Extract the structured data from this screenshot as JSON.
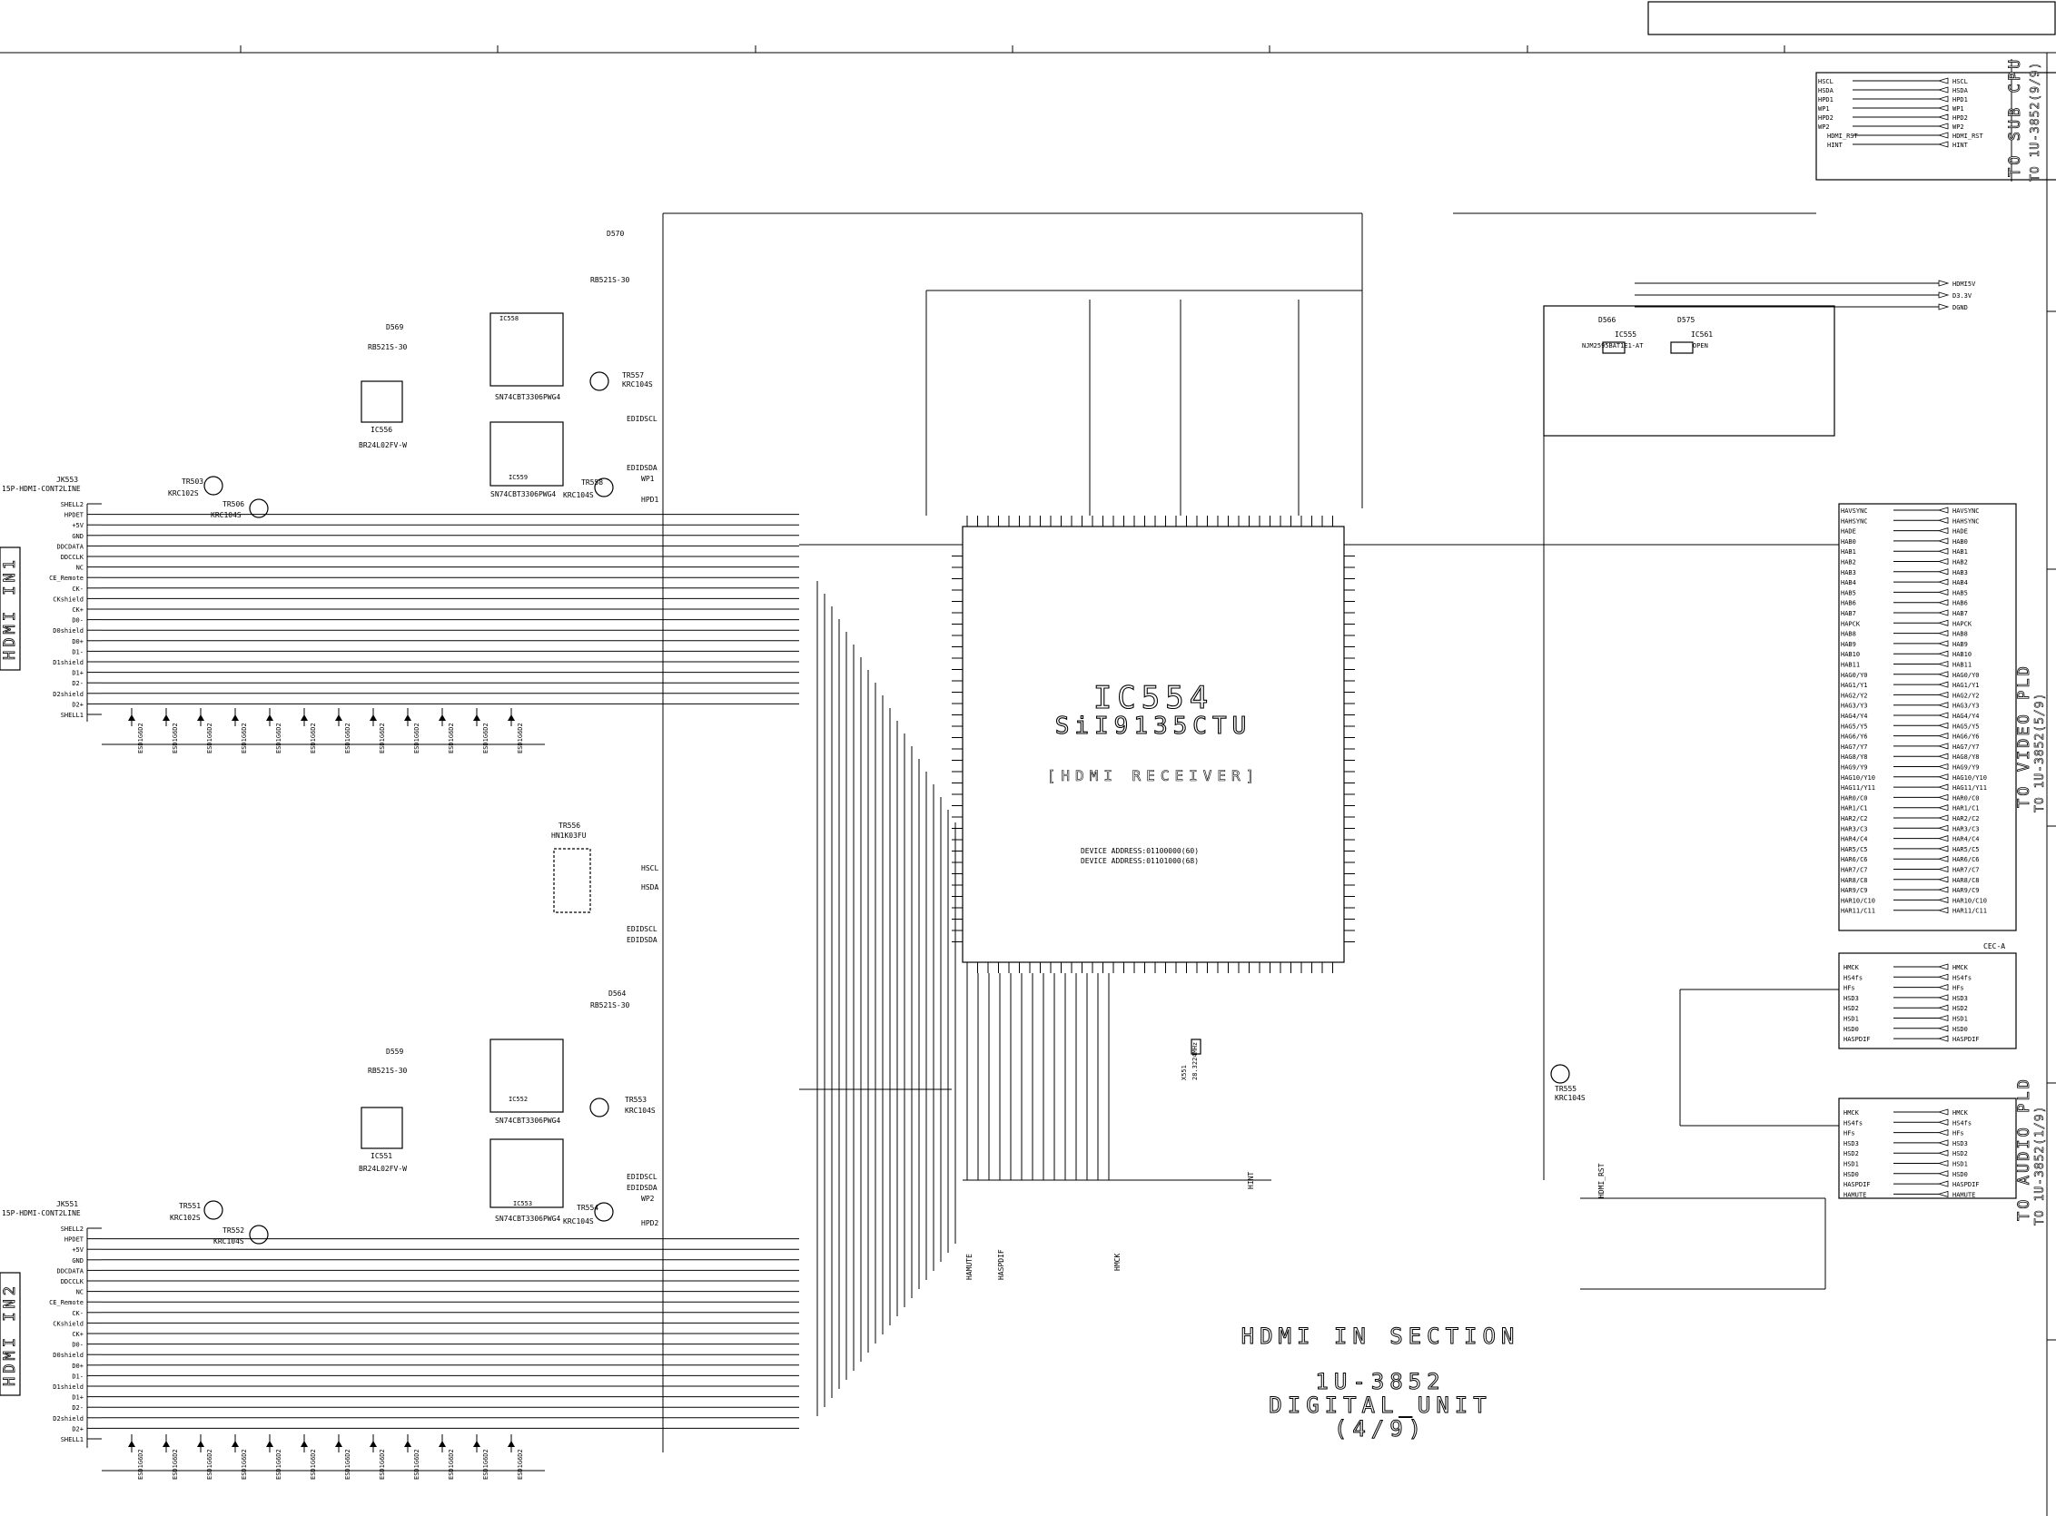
{
  "ic": {
    "ref": "IC554",
    "part": "SiI9135CTU",
    "function": "[HDMI RECEIVER]",
    "device_address_1": "DEVICE ADDRESS:01100000(60)",
    "device_address_2": "DEVICE ADDRESS:01101000(68)"
  },
  "section": {
    "title": "HDMI IN SECTION",
    "board": "1U-3852",
    "unit": "DIGITAL_UNIT",
    "sheet": "(4/9)"
  },
  "connectors": {
    "in1": {
      "label": "HDMI IN1",
      "jack": "JK553",
      "type": "15P-HDMI-CONT2LINE"
    },
    "in2": {
      "label": "HDMI IN2",
      "jack": "JK551",
      "type": "15P-HDMI-CONT2LINE"
    },
    "pins": [
      "SHELL2",
      "HPDET",
      "+5V",
      "GND",
      "DDCDATA",
      "DDCCLK",
      "NC",
      "CE_Remote",
      "CK-",
      "CKshield",
      "CK+",
      "D0-",
      "D0shield",
      "D0+",
      "D1-",
      "D1shield",
      "D1+",
      "D2-",
      "D2shield",
      "D2+",
      "SHELL1"
    ]
  },
  "destinations": {
    "sub_cpu": {
      "title": "TO SUB CPU",
      "ref": "TO 1U-3852(9/9)"
    },
    "video_pld": {
      "title": "TO VIDEO PLD",
      "ref": "TO 1U-3852(5/9)"
    },
    "audio_pld": {
      "title": "TO AUDIO PLD",
      "ref": "TO 1U-3852(1/9)"
    }
  },
  "sub_cpu_signals": [
    "HSCL",
    "HSDA",
    "HPD1",
    "WP1",
    "HPD2",
    "WP2",
    "HDMI_RST",
    "HINT"
  ],
  "power_signals": [
    "HDMI5V",
    "D3.3V",
    "DGND"
  ],
  "video_signals": [
    "HAVSYNC",
    "HAHSYNC",
    "HADE",
    "HAB0",
    "HAB1",
    "HAB2",
    "HAB3",
    "HAB4",
    "HAB5",
    "HAB6",
    "HAB7",
    "HAPCK",
    "HAB8",
    "HAB9",
    "HAB10",
    "HAB11",
    "HAG0/Y0",
    "HAG1/Y1",
    "HAG2/Y2",
    "HAG3/Y3",
    "HAG4/Y4",
    "HAG5/Y5",
    "HAG6/Y6",
    "HAG7/Y7",
    "HAG8/Y8",
    "HAG9/Y9",
    "HAG10/Y10",
    "HAG11/Y11",
    "HAR0/C0",
    "HAR1/C1",
    "HAR2/C2",
    "HAR3/C3",
    "HAR4/C4",
    "HAR5/C5",
    "HAR6/C6",
    "HAR7/C7",
    "HAR8/C8",
    "HAR9/C9",
    "HAR10/C10",
    "HAR11/C11"
  ],
  "cec_signal": "CEC-A",
  "audio_signals_upper": [
    "HMCK",
    "HS4fs",
    "HFs",
    "HSD3",
    "HSD2",
    "HSD1",
    "HSD0",
    "HASPDIF"
  ],
  "audio_signals_lower": [
    "HMCK",
    "HS4fs",
    "HFs",
    "HSD3",
    "HSD2",
    "HSD1",
    "HSD0",
    "HASPDIF",
    "HAMUTE"
  ],
  "parts_upper": {
    "ic_mux1": "IC558",
    "ic_mux1_part": "SN74CBT3306PWG4",
    "ic_mux2": "IC559",
    "ic_mux2_part": "SN74CBT3306PWG4",
    "eeprom": "IC556",
    "eeprom_part": "BR24L02FV-W",
    "tr_a": "TR557",
    "tr_a_part": "KRC104S",
    "tr_b": "TR558",
    "tr_b_part": "KRC104S",
    "tr_c": "TR503",
    "tr_c_part": "KRC102S",
    "tr_d": "TR506",
    "tr_d_part": "KRC104S",
    "diode": "D570",
    "diode_part": "RB521S-30",
    "diode2": "D569",
    "diode2_part": "RB521S-30"
  },
  "parts_lower": {
    "ic_mux1": "IC552",
    "ic_mux1_part": "SN74CBT3306PWG4",
    "ic_mux2": "IC553",
    "ic_mux2_part": "SN74CBT3306PWG4",
    "eeprom": "IC551",
    "eeprom_part": "BR24L02FV-W",
    "tr_a": "TR553",
    "tr_a_part": "KRC104S",
    "tr_b": "TR554",
    "tr_b_part": "KRC104S",
    "tr_c": "TR551",
    "tr_c_part": "KRC102S",
    "tr_d": "TR552",
    "tr_d_part": "KRC104S",
    "diode": "D564",
    "diode_part": "RB521S-30",
    "diode2": "D559",
    "diode2_part": "RB521S-30"
  },
  "misc_parts": {
    "tr_cec": "TR556",
    "tr_cec_part": "HN1K03FU",
    "tr_bottom": "TR555",
    "tr_bottom_part": "KRC104S",
    "reg1": "IC555",
    "reg1_part": "NJM2595BAT1E1-AT",
    "reg2": "IC561",
    "reg2_part": "OPEN",
    "d_reg1": "D566",
    "d_reg2": "D575",
    "xtal": "X551",
    "xtal_freq": "28.3224MHz"
  },
  "esd_labels": [
    "ESD1G6D2",
    "ESD1G6D2",
    "ESD1G6D2",
    "ESD1G6D2",
    "ESD1G6D2",
    "ESD1G6D2",
    "ESD1G6D2",
    "ESD1G6D2",
    "ESD1G6D2",
    "ESD1G6D2",
    "ESD1G6D2",
    "ESD1G6D2"
  ],
  "bus_labels": {
    "edid_scl": "EDIDSCL",
    "edid_sda": "EDIDSDA",
    "hpd1": "HPD1",
    "hpd2": "HPD2",
    "wp1": "WP1",
    "wp2": "WP2",
    "hscl": "HSCL",
    "hsda": "HSDA",
    "hint": "HINT",
    "hdmi_rst": "HDMI_RST",
    "hmck": "HMCK",
    "hamute": "HAMUTE",
    "haspdif": "HASPDIF"
  }
}
